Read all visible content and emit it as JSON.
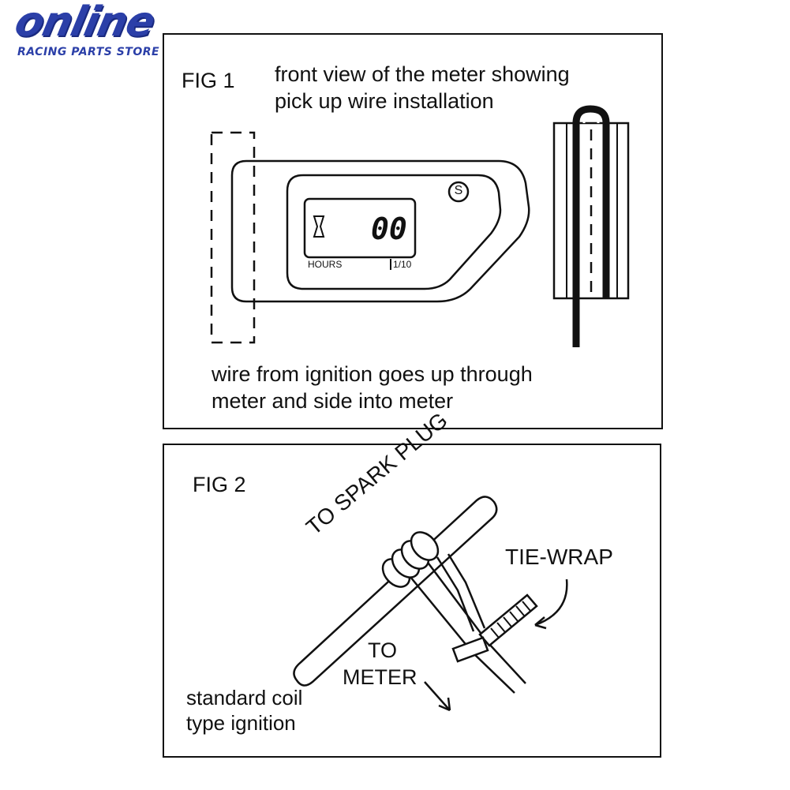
{
  "logo": {
    "brand": "online",
    "tagline": "RACING PARTS STORE"
  },
  "fig1": {
    "label": "FIG 1",
    "caption_lines": [
      "front view of the meter showing",
      "pick up wire installation"
    ],
    "display_digits": "00",
    "display_left_label": "HOURS",
    "display_right_label": "1/10",
    "button_label": "S",
    "bottom_lines": [
      "wire from ignition goes up through",
      "meter and side into meter"
    ]
  },
  "fig2": {
    "label": "FIG 2",
    "spark_plug_label": "TO SPARK PLUG",
    "tie_wrap_label": "TIE-WRAP",
    "to_meter_lines": [
      "TO",
      "METER"
    ],
    "note_lines": [
      "standard coil",
      "type ignition"
    ]
  }
}
